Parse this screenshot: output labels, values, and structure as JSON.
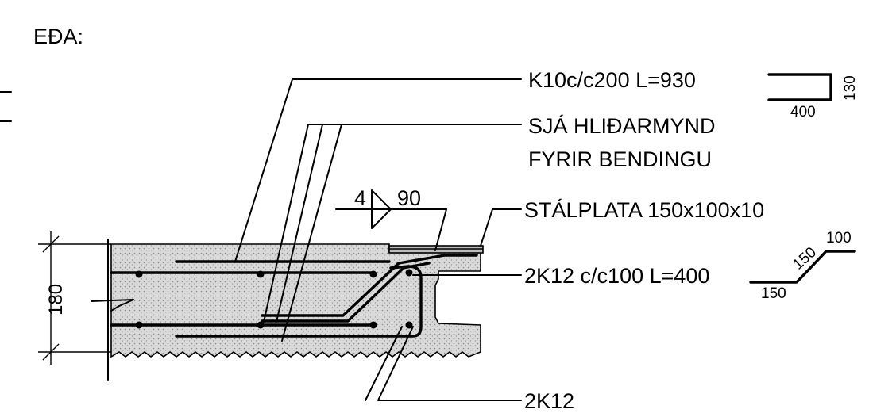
{
  "heading": "EÐA:",
  "labels": {
    "stirrup": "K10c/c200 L=930",
    "see_side_1": "SJÁ HLIÐARMYND",
    "see_side_2": "FYRIR BENDINGU",
    "plate": "STÁLPLATA 150x100x10",
    "bent_bars": "2K12 c/c100 L=400",
    "bottom_bars": "2K12"
  },
  "weld": {
    "size": "4",
    "length": "90"
  },
  "stirrup_shape": {
    "leg": "130",
    "base": "400"
  },
  "bent_shape": {
    "left": "150",
    "diag": "150",
    "right": "100"
  },
  "dimension": {
    "thickness": "180"
  },
  "colors": {
    "concrete": "#d7d7d7",
    "line": "#000000"
  }
}
